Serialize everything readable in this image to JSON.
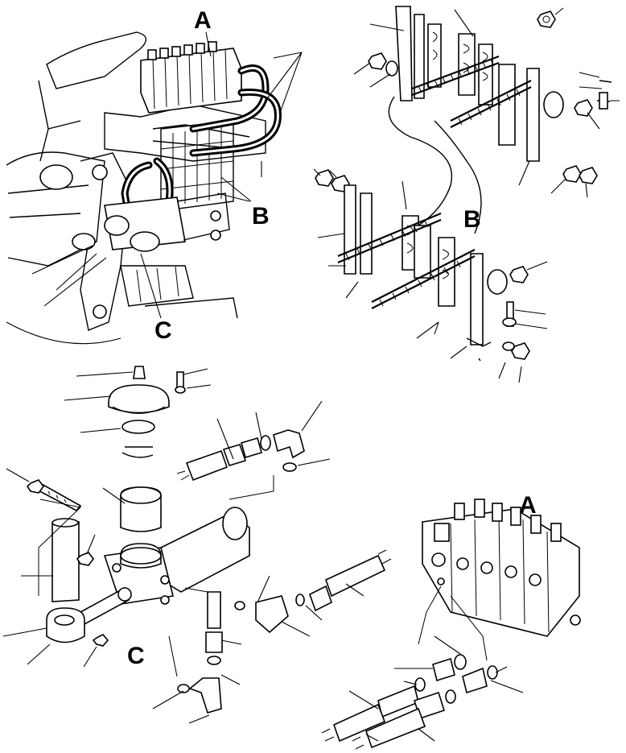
{
  "callouts": {
    "valve_top": "A",
    "clamp_top_view": "B",
    "clamp_detail": "B",
    "cylinder_top_view": "C",
    "cylinder_detail": "C",
    "valve_detail": "A"
  }
}
